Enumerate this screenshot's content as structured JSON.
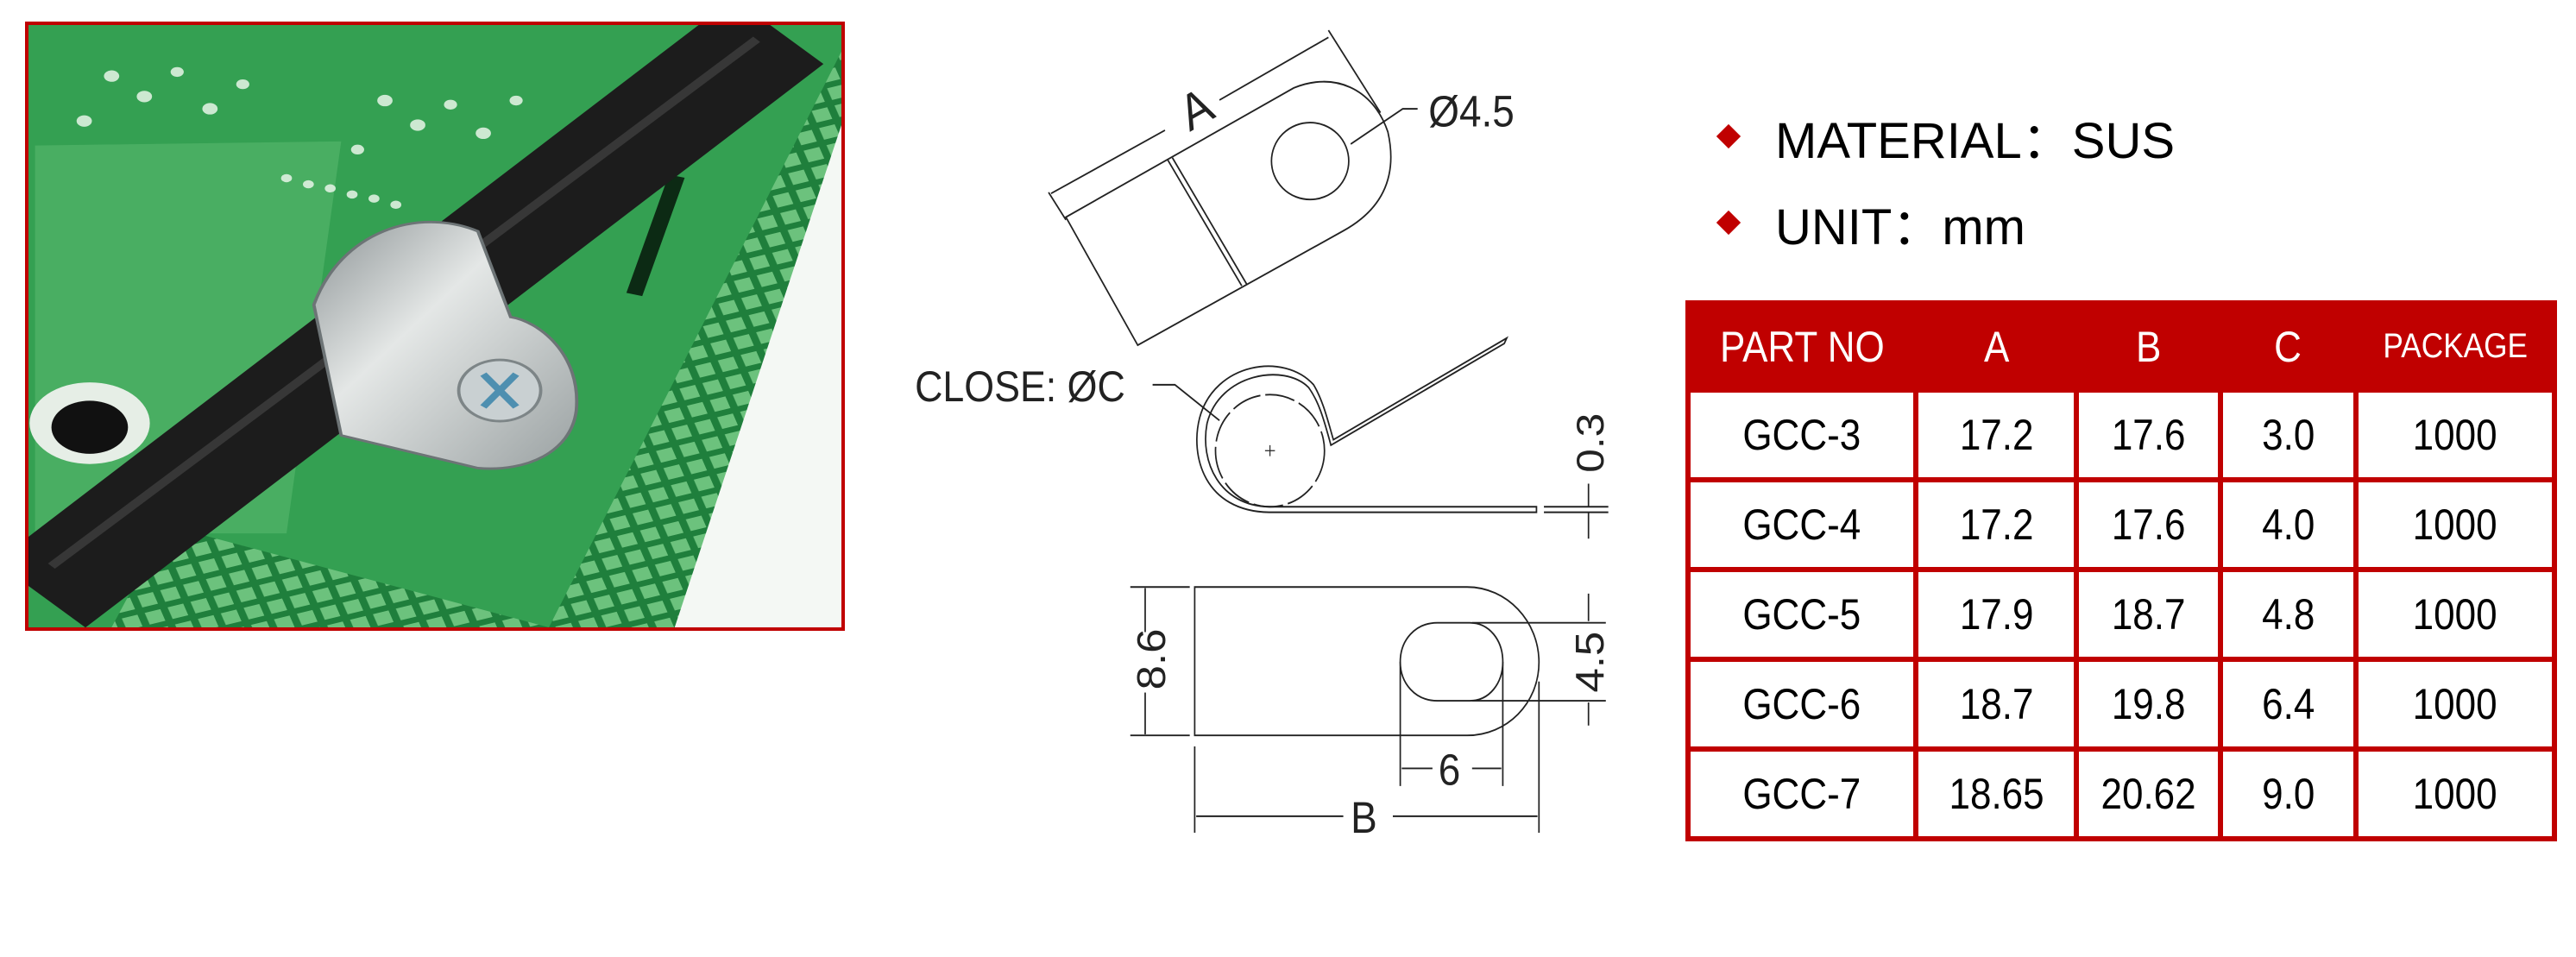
{
  "photo": {
    "alt_description_hidden": ""
  },
  "drawing": {
    "dim_a": "A",
    "dim_hole": "Ø4.5",
    "close_label": "CLOSE: ØC",
    "dim_thickness": "0.3",
    "dim_height": "8.6",
    "dim_slot": "4.5",
    "dim_slot_len": "6",
    "dim_b": "B"
  },
  "specs": [
    {
      "text": "MATERIAL：SUS"
    },
    {
      "text": "UNIT：mm"
    }
  ],
  "table": {
    "headers": [
      "PART NO",
      "A",
      "B",
      "C",
      "PACKAGE"
    ],
    "rows": [
      [
        "GCC-3",
        "17.2",
        "17.6",
        "3.0",
        "1000"
      ],
      [
        "GCC-4",
        "17.2",
        "17.6",
        "4.0",
        "1000"
      ],
      [
        "GCC-5",
        "17.9",
        "18.7",
        "4.8",
        "1000"
      ],
      [
        "GCC-6",
        "18.7",
        "19.8",
        "6.4",
        "1000"
      ],
      [
        "GCC-7",
        "18.65",
        "20.62",
        "9.0",
        "1000"
      ]
    ]
  },
  "colors": {
    "accent": "#c00000",
    "pcb": "#2f9a4e"
  }
}
